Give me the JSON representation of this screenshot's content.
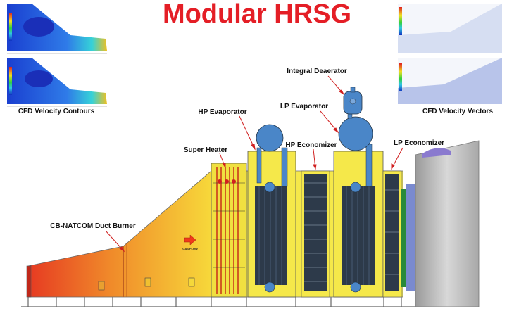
{
  "title": "Modular HRSG",
  "cfd": {
    "contours_caption": "CFD Velocity Contours",
    "vectors_caption": "CFD Velocity Vectors"
  },
  "labels": {
    "integral_deaerator": "Integral Deaerator",
    "hp_evaporator": "HP Evaporator",
    "lp_evaporator": "LP Evaporator",
    "super_heater": "Super Heater",
    "hp_economizer": "HP Economizer",
    "lp_economizer": "LP Economizer",
    "duct_burner": "CB-NATCOM Duct Burner",
    "gas_flow": "GAS FLOW"
  },
  "colors": {
    "title": "#e41e26",
    "casing": "#f5e84a",
    "burner": "#e63a22",
    "steel": "#4a86c8"
  }
}
